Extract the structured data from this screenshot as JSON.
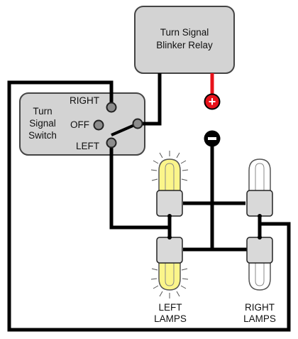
{
  "relay": {
    "line1": "Turn Signal",
    "line2": "Blinker Relay"
  },
  "switch": {
    "line1": "Turn",
    "line2": "Signal",
    "line3": "Switch",
    "positions": {
      "right": "RIGHT",
      "off": "OFF",
      "left": "LEFT"
    }
  },
  "lamps": {
    "left_line1": "LEFT",
    "left_line2": "LAMPS",
    "right_line1": "RIGHT",
    "right_line2": "LAMPS"
  },
  "terminals": {
    "positive": "+",
    "negative": "−"
  },
  "colors": {
    "box_fill": "#d3d3d3",
    "wire": "#000000",
    "positive": "#e8121a",
    "lit_bulb": "#fbf58a",
    "socket": "#d9d9d9"
  }
}
